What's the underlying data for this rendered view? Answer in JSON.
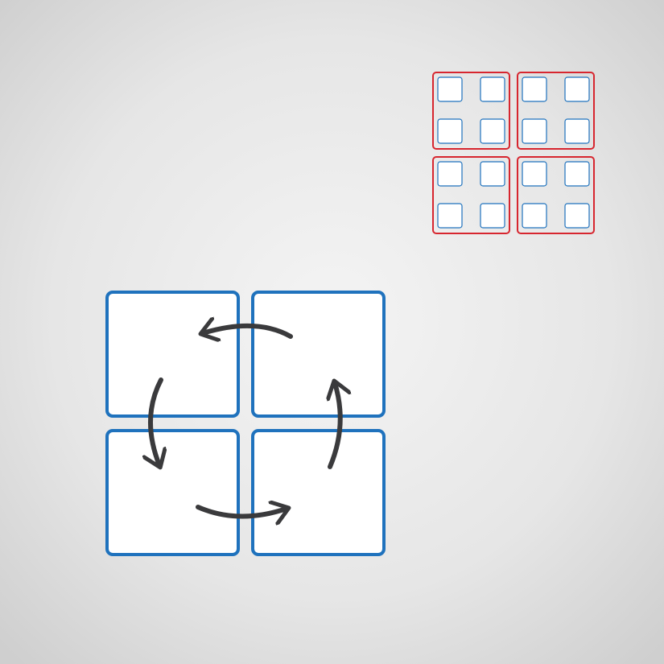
{
  "diagram": {
    "main_grid": {
      "rows": 2,
      "cols": 2,
      "tile_border_color": "#1f72bd",
      "tile_fill_color": "#ffffff"
    },
    "cycle_arrows": {
      "count": 4,
      "direction": "counterclockwise",
      "color": "#3a3a3c"
    },
    "mini_grid": {
      "blocks_rows": 2,
      "blocks_cols": 2,
      "cells_per_block_rows": 2,
      "cells_per_block_cols": 2,
      "block_border_color": "#d7262f",
      "cell_border_color": "#1f72bd",
      "cell_fill_color": "#ffffff"
    }
  },
  "background": {
    "center_color": "#f4f4f4",
    "edge_color": "#cfcfcf"
  }
}
